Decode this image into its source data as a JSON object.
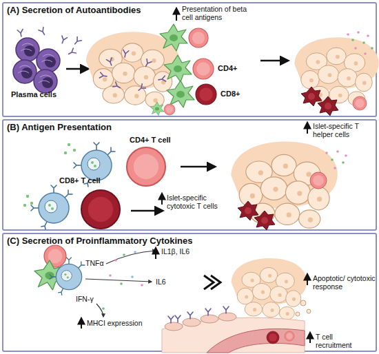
{
  "diagram": {
    "nodes": [
      {
        "text": [
          "(A) Secretion of Autoantibodies"
        ]
      },
      {
        "text": [
          "(B) Antigen Presentation"
        ]
      },
      {
        "text": [
          "(C) Secretion of Proinflammatory Cytokines"
        ]
      }
    ],
    "labels": [
      "Plasma cells",
      "Presentation of beta cell antigens",
      "CD4+",
      "CD8+",
      "CD4+ T cell",
      "CD8+ T cell",
      "Islet-specific T helper cells",
      "Islet-specific cytotoxic T cells",
      "TNFα",
      "IL1β, IL6",
      "IL6",
      "IFN-γ",
      "MHCI expression",
      "Apoptotic/ cytotoxic response",
      "T cell recruitment"
    ]
  }
}
